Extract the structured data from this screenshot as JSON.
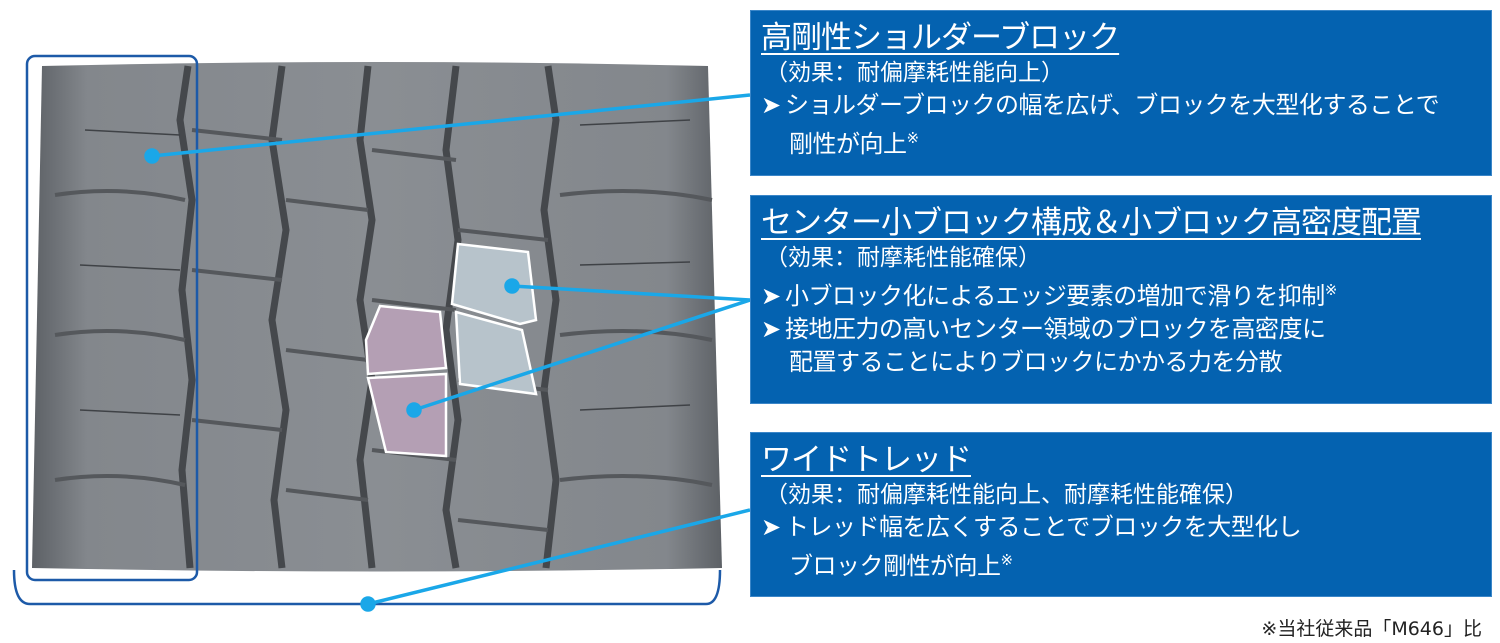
{
  "colors": {
    "accent": "#0462b0",
    "leader": "#1aa7e8",
    "tread": "#7b7f84",
    "shoulder_highlight": "#b7c3cb",
    "center_highlight": "#b49fb4"
  },
  "callouts": [
    {
      "title": "高剛性ショルダーブロック",
      "effect": "（効果：耐偏摩耗性能向上）",
      "bullets": [
        {
          "line1": "ショルダーブロックの幅を広げ、ブロックを大型化することで",
          "line2": "剛性が向上",
          "note": "※"
        }
      ]
    },
    {
      "title": "センター小ブロック構成＆小ブロック高密度配置",
      "effect": "（効果：耐摩耗性能確保）",
      "bullets": [
        {
          "line1": "小ブロック化によるエッジ要素の増加で滑りを抑制",
          "note": "※"
        },
        {
          "line1": "接地圧力の高いセンター領域のブロックを高密度に",
          "line2": "配置することによりブロックにかかる力を分散"
        }
      ]
    },
    {
      "title": "ワイドトレッド",
      "effect": "（効果：耐偏摩耗性能向上、耐摩耗性能確保）",
      "bullets": [
        {
          "line1": "トレッド幅を広くすることでブロックを大型化し",
          "line2": "ブロック剛性が向上",
          "note": "※"
        }
      ]
    }
  ],
  "bullet_icon": "right-triangle-arrow",
  "footnote": "※当社従来品「M646」比"
}
